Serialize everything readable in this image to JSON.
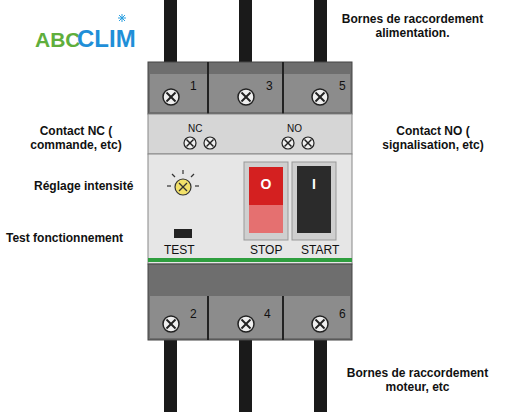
{
  "diagram": {
    "labels": [
      "ABC",
      "CLIM",
      "Bornes de raccordement alimentation.",
      "1",
      "3",
      "5",
      "NC",
      "NO",
      "Contact NC ( commande, etc)",
      "Contact NO ( signalisation, etc)",
      "Réglage intensité",
      "O",
      "I",
      "Test fonctionnement",
      "TEST",
      "STOP",
      "START",
      "2",
      "4",
      "6",
      "Bornes de raccordement moteur, etc"
    ]
  }
}
